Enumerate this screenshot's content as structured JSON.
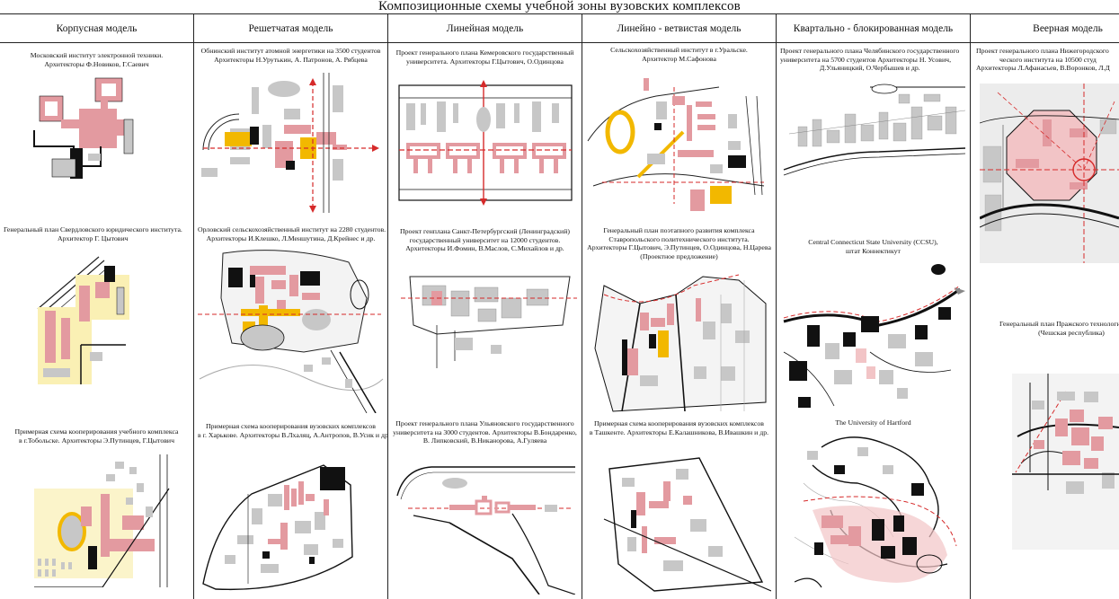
{
  "title": "Композиционные схемы  учебной зоны вузовских комплексов",
  "columns": [
    {
      "header": "Корпусная модель",
      "cells": [
        {
          "lines": [
            "Московский институт электронной техники.",
            "Архитекторы Ф.Новиков, Г.Саевич"
          ]
        },
        {
          "lines": [
            "Генеральный план Свердловского юридического института.",
            "Архитектор Г. Цытович"
          ]
        },
        {
          "lines": [
            "Примерная схема кооперирования учебного комплекса",
            "в г.Тобольске. Архитекторы Э.Путинцев, Г.Цытович"
          ]
        }
      ]
    },
    {
      "header": "Решетчатая модель",
      "cells": [
        {
          "lines": [
            "Обнинский институт атомной энергетики на 3500 студентов",
            "Архитекторы Н.Урутькин, А. Патронов, А. Рябцева"
          ]
        },
        {
          "lines": [
            "Орловский сельскохозяйственный институт на 2280 студентов.",
            "Архитекторы И.Клешко, Л.Меншутина, Д.Крейнес и др."
          ]
        },
        {
          "lines": [
            "Примерная схема кооперирования вузовских комплексов",
            "в  г. Харькове. Архитекторы В.Лхаляц, А.Антропов, В.Усик и др."
          ]
        }
      ]
    },
    {
      "header": "Линейная модель",
      "cells": [
        {
          "lines": [
            "Проект генерального плана Кемеровского государственный",
            "университета.  Архитекторы Г.Цытович, О.Одинцова"
          ]
        },
        {
          "lines": [
            "Проект генплана Санкт-Петербургский (Ленинградский)",
            "государственный университет  на 12000 студентов.",
            "Архитекторы И.Фомин, В.Маслов, С.Михайлов и др."
          ]
        },
        {
          "lines": [
            "Проект генерального плана Ульяновского государственного",
            "университета на 3000 студентов. Архитекторы В.Бондаренко,",
            "В. Липковский, В.Никанорова, А.Гуляева"
          ]
        }
      ]
    },
    {
      "header": "Линейно - ветвистая модель",
      "cells": [
        {
          "lines": [
            "Сельскохозяйственный институт в г.Уральске.",
            "Архитектор М.Сафонова"
          ]
        },
        {
          "lines": [
            "Генеральный план поэтапного развития комплекса",
            "Ставропольского политехнического института.",
            "Архитекторы Г.Цытович, Э.Путинцев, О.Одинцова, Н.Царева",
            "(Проектное предложение)"
          ]
        },
        {
          "lines": [
            "Примерная схема кооперирования вузовских комплексов",
            "в Ташкенте. Архитекторы Е.Калашникова, В.Ивашкин и др."
          ]
        }
      ]
    },
    {
      "header": "Квартально - блокированная  модель",
      "cells": [
        {
          "lines": [
            "Проект генерального плана Челябинского государственного",
            "университета на 5700 студентов Архитекторы Н. Усович,",
            "Д.Ульяницкий, О.Чербышев  и  др."
          ]
        },
        {
          "lines": [
            "Central Connecticut State University (CCSU),",
            "штат Коннектикут"
          ]
        },
        {
          "lines": [
            "The University of Hartford"
          ]
        }
      ]
    },
    {
      "header": "Веерная  модель",
      "cells": [
        {
          "lines": [
            "Проект генерального плана Нижегородского",
            "ческого института на 10500 студ",
            "Архитекторы Л.Афанасьев, В.Воронков, Л.Д"
          ]
        },
        {
          "lines": [
            "Генеральный план Пражского технологического",
            "(Чешская республика)"
          ]
        }
      ]
    }
  ],
  "colors": {
    "pink": "#e39aa0",
    "pink_light": "#f2c4c6",
    "grey": "#c7c7c7",
    "grey_dark": "#9a9a9a",
    "black": "#111111",
    "yellow": "#f2b800",
    "yellow_light": "#faf0b4",
    "red_axis": "#d62a2a",
    "line": "#222222"
  }
}
